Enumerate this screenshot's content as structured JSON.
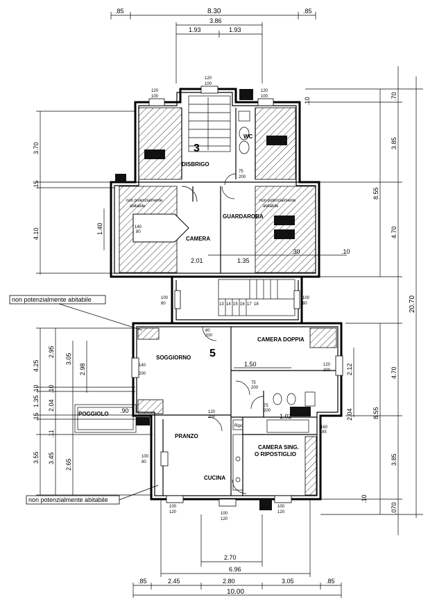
{
  "units": {
    "upper": "3",
    "lower": "5"
  },
  "rooms": {
    "disbrigo": "DISBRIGO",
    "wc": "WC",
    "camera_upper": "CAMERA",
    "guardaroba": "GUARDAROBA",
    "soggiorno": "SOGGIORNO",
    "camera_doppia": "CAMERA DOPPIA",
    "pranzo": "PRANZO",
    "cucina": "CUCINA",
    "camera_sing_1": "CAMERA SING.",
    "camera_sing_2": "O RIPOSTIGLIO",
    "poggiolo": "POGGIOLO"
  },
  "notes": {
    "npa_upper_left_1": "non  potenzialmente",
    "npa_upper_left_2": "abitabile",
    "npa_upper_right_1": "non  potenzialmente",
    "npa_upper_right_2": "abitabile",
    "npa_callout_top": "non potenzialmente abitabile",
    "npa_callout_bottom": "non potenzialmente abitabile"
  },
  "dims_top": {
    "d1": ".85",
    "d2": "8.30",
    "d3": ".85",
    "d4": "3.86",
    "d5": "1.93",
    "d6": "1.93"
  },
  "dims_bottom": {
    "d1": "2.70",
    "d2": "6.96",
    "d3": ".85",
    "d4": "2.45",
    "d5": "2.80",
    "d6": "3.05",
    "d7": ".85",
    "d8": "10.00"
  },
  "dims_left_upper": {
    "d1": "3.70",
    "d2": ".15",
    "d3": "4.10",
    "d4": "1.40"
  },
  "dims_left_lower": {
    "d1": "4.25",
    "d2": ".10",
    "d3": "1.35",
    "d4": ".15",
    "d5": "3.55",
    "d6": "2.95",
    "d7": ".10",
    "d8": "2.04",
    "d9": ".11",
    "d10": "3.45",
    "d11": "3.05",
    "d12": "2.98",
    "d13": "2.65"
  },
  "dims_right_upper": {
    "d1": ".70",
    "d2": ".10",
    "d3": "3.85",
    "d4": "8.55",
    "d5": "4.70",
    "d6": "20.70"
  },
  "dims_right_lower": {
    "d1": "4.70",
    "d2": "8.55",
    "d3": "3.85",
    "d4": ".10",
    "d5": ".070",
    "d6": "2.12",
    "d7": "2.04"
  },
  "interior": {
    "d_201": "2.01",
    "d_135": "1.35",
    "d_150": "1.50",
    "d_010": ".10",
    "d_030": ".30",
    "d_090": ".90",
    "d_102": "1.02",
    "poggiolo_dim": ".90"
  },
  "openings": {
    "w_top_100": "100",
    "w_top_120": "120",
    "w_top2_100": "100",
    "w_top2_120": "120",
    "w_top3_100": "100",
    "w_top3_120": "120",
    "d_75": "75",
    "d_200": "200",
    "d_80a": "80",
    "d_200a": "200",
    "d_140": "140",
    "d_80b": "80",
    "stair_100": "100",
    "stair_80": "80",
    "stair2_100": "100",
    "stair2_80": "80",
    "d_80c": "80",
    "d_200c": "200",
    "s_140": "140",
    "s_200": "200",
    "cd_120": "120",
    "cd_200": "200",
    "d_75b": "75",
    "d_200b": "200",
    "bag_75": "75",
    "bag_200": "200",
    "p_120": "120",
    "p_200": "200",
    "p_100": "100",
    "p_80": "80",
    "k_100": "100",
    "k_120": "120",
    "k2_100": "100",
    "k2_120": "120",
    "k3_100": "100",
    "k3_120": "120",
    "r_160": "160",
    "r_85": "85",
    "ripo": "Ripo"
  },
  "stair_numbers": [
    "13",
    "14",
    "15",
    "16",
    "17",
    "18"
  ]
}
